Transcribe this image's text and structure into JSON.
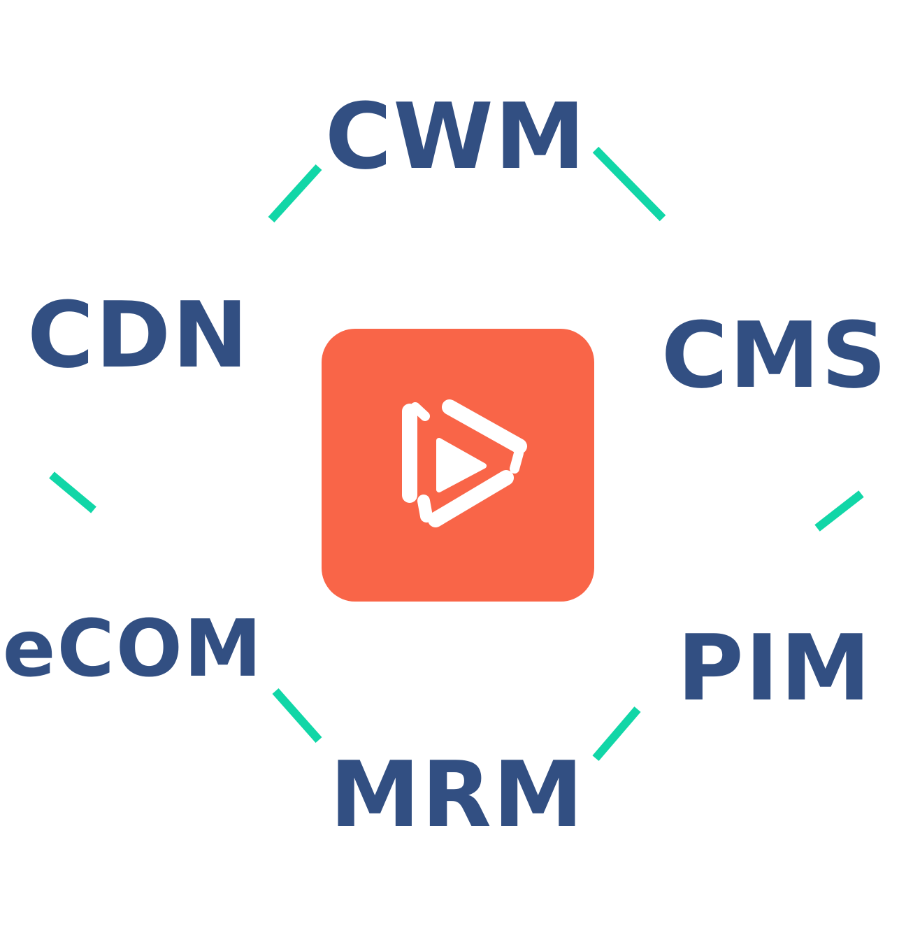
{
  "colors": {
    "label": "#324f82",
    "connector": "#11d6a7",
    "hub": "#f96548",
    "hub_icon": "#ffffff"
  },
  "hub": {
    "icon": "play-logo-icon"
  },
  "nodes": [
    {
      "id": "cwm",
      "label": "CWM"
    },
    {
      "id": "cms",
      "label": "CMS"
    },
    {
      "id": "pim",
      "label": "PIM"
    },
    {
      "id": "mrm",
      "label": "MRM"
    },
    {
      "id": "ecom",
      "label": "eCOM"
    },
    {
      "id": "cdn",
      "label": "CDN"
    }
  ]
}
